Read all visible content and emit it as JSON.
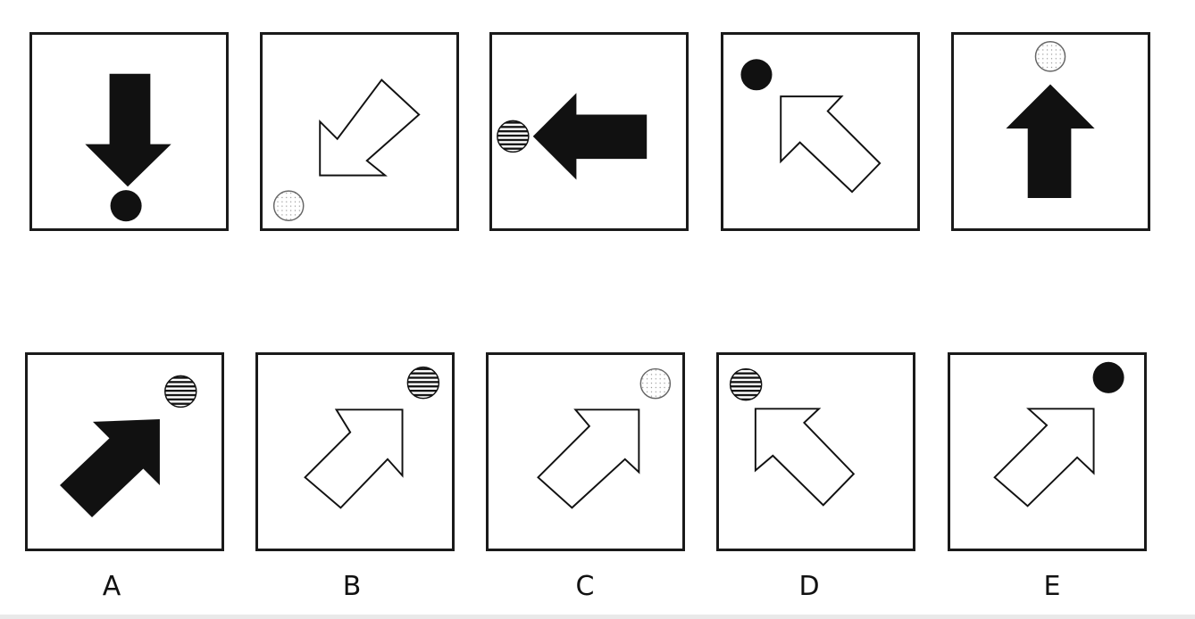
{
  "puzzle": {
    "sequence": [
      {
        "arrow_direction": "down",
        "arrow_fill": "black",
        "circle_pattern": "solid-black",
        "circle_side": "tip"
      },
      {
        "arrow_direction": "down-left",
        "arrow_fill": "white",
        "circle_pattern": "dotted",
        "circle_side": "tip"
      },
      {
        "arrow_direction": "left",
        "arrow_fill": "black",
        "circle_pattern": "striped",
        "circle_side": "tip"
      },
      {
        "arrow_direction": "up-left",
        "arrow_fill": "white",
        "circle_pattern": "solid-black",
        "circle_side": "tip"
      },
      {
        "arrow_direction": "up",
        "arrow_fill": "black",
        "circle_pattern": "dotted",
        "circle_side": "tip"
      }
    ],
    "options": [
      {
        "label": "A",
        "arrow_direction": "up-right",
        "arrow_fill": "black",
        "circle_pattern": "striped"
      },
      {
        "label": "B",
        "arrow_direction": "up-right",
        "arrow_fill": "white",
        "circle_pattern": "striped"
      },
      {
        "label": "C",
        "arrow_direction": "up-right",
        "arrow_fill": "white",
        "circle_pattern": "dotted"
      },
      {
        "label": "D",
        "arrow_direction": "up-left",
        "arrow_fill": "white",
        "circle_pattern": "striped"
      },
      {
        "label": "E",
        "arrow_direction": "up-right",
        "arrow_fill": "white",
        "circle_pattern": "solid-black"
      }
    ]
  },
  "colors": {
    "ink": "#111111",
    "paper": "#ffffff",
    "dot": "#9a9a9a"
  }
}
